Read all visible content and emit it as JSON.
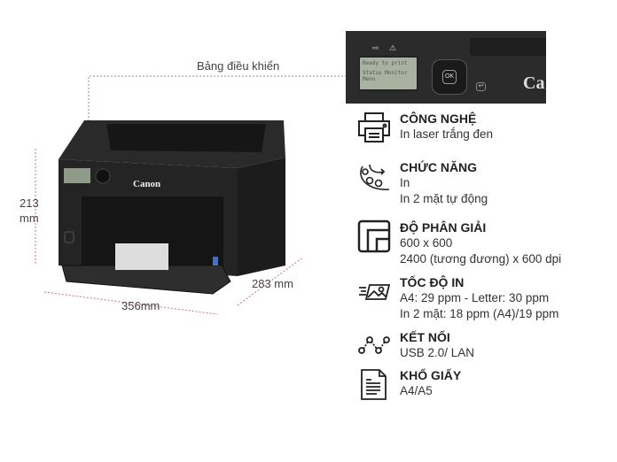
{
  "callout": {
    "label": "Bảng điều khiển"
  },
  "panel": {
    "lcd_line1": "Ready to print",
    "lcd_line2": "Status Monitor",
    "lcd_line3": "Menu",
    "ok": "OK",
    "brand": "Ca"
  },
  "printer": {
    "brand": "Canon"
  },
  "dimensions": {
    "height": "213\nmm",
    "width": "356mm",
    "depth": "283 mm"
  },
  "features": [
    {
      "icon": "printer-icon",
      "title": "CÔNG NGHỆ",
      "lines": [
        "In laser trắng đen"
      ]
    },
    {
      "icon": "gears-icon",
      "title": "CHỨC NĂNG",
      "lines": [
        "In",
        "In 2 mặt tự động"
      ]
    },
    {
      "icon": "resolution-icon",
      "title": "ĐỘ PHÂN GIẢI",
      "lines": [
        "600 x 600",
        "2400 (tương đương) x 600 dpi"
      ]
    },
    {
      "icon": "speed-icon",
      "title": "TỐC ĐỘ IN",
      "lines": [
        "A4: 29 ppm - Letter: 30 ppm",
        "In 2 mặt: 18 ppm (A4)/19 ppm"
      ]
    },
    {
      "icon": "connection-icon",
      "title": "KẾT NỐI",
      "lines": [
        "USB 2.0/ LAN"
      ]
    },
    {
      "icon": "paper-icon",
      "title": "KHỔ GIẤY",
      "lines": [
        "A4/A5"
      ]
    }
  ]
}
